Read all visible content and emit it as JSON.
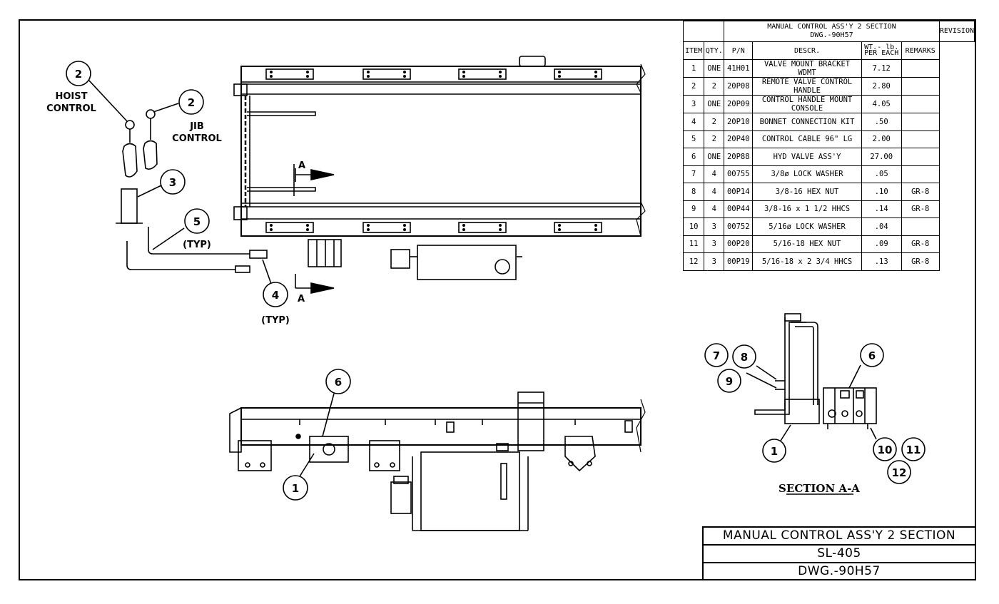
{
  "bom": {
    "header_title": "MANUAL CONTROL ASS'Y 2 SECTION",
    "header_dwg": "DWG.-90H57",
    "revision_label": "REVISION",
    "columns": {
      "item": "ITEM",
      "qty": "QTY.",
      "pn": "P/N",
      "descr": "DESCR.",
      "wt_line1": "WT.- lb.",
      "wt_line2": "PER EACH",
      "remarks": "REMARKS"
    },
    "rows": [
      {
        "item": "1",
        "qty": "ONE",
        "pn": "41H01",
        "descr": "VALVE MOUNT BRACKET WDMT",
        "wt": "7.12",
        "remarks": ""
      },
      {
        "item": "2",
        "qty": "2",
        "pn": "20P08",
        "descr": "REMOTE VALVE CONTROL HANDLE",
        "wt": "2.80",
        "remarks": ""
      },
      {
        "item": "3",
        "qty": "ONE",
        "pn": "20P09",
        "descr": "CONTROL HANDLE MOUNT CONSOLE",
        "wt": "4.05",
        "remarks": ""
      },
      {
        "item": "4",
        "qty": "2",
        "pn": "20P10",
        "descr": "BONNET CONNECTION KIT",
        "wt": ".50",
        "remarks": ""
      },
      {
        "item": "5",
        "qty": "2",
        "pn": "20P40",
        "descr": "CONTROL CABLE 96\" LG",
        "wt": "2.00",
        "remarks": ""
      },
      {
        "item": "6",
        "qty": "ONE",
        "pn": "20P88",
        "descr": "HYD VALVE ASS'Y",
        "wt": "27.00",
        "remarks": ""
      },
      {
        "item": "7",
        "qty": "4",
        "pn": "00755",
        "descr": "3/8ø LOCK WASHER",
        "wt": ".05",
        "remarks": ""
      },
      {
        "item": "8",
        "qty": "4",
        "pn": "00P14",
        "descr": "3/8-16 HEX NUT",
        "wt": ".10",
        "remarks": "GR-8"
      },
      {
        "item": "9",
        "qty": "4",
        "pn": "00P44",
        "descr": "3/8-16 x 1 1/2 HHCS",
        "wt": ".14",
        "remarks": "GR-8"
      },
      {
        "item": "10",
        "qty": "3",
        "pn": "00752",
        "descr": "5/16ø LOCK WASHER",
        "wt": ".04",
        "remarks": ""
      },
      {
        "item": "11",
        "qty": "3",
        "pn": "00P20",
        "descr": "5/16-18 HEX NUT",
        "wt": ".09",
        "remarks": "GR-8"
      },
      {
        "item": "12",
        "qty": "3",
        "pn": "00P19",
        "descr": "5/16-18 x 2 3/4 HHCS",
        "wt": ".13",
        "remarks": "GR-8"
      }
    ]
  },
  "title_block": {
    "title": "MANUAL CONTROL ASS'Y 2 SECTION",
    "model": "SL-405",
    "dwg": "DWG.-90H57"
  },
  "labels": {
    "hoist_line1": "HOIST",
    "hoist_line2": "CONTROL",
    "jib_line1": "JIB",
    "jib_line2": "CONTROL",
    "typ": "(TYP)",
    "section_marker": "A",
    "section_title": "SECTION A-A"
  },
  "callouts": [
    "1",
    "2",
    "3",
    "4",
    "5",
    "6",
    "7",
    "8",
    "9",
    "10",
    "11",
    "12"
  ]
}
